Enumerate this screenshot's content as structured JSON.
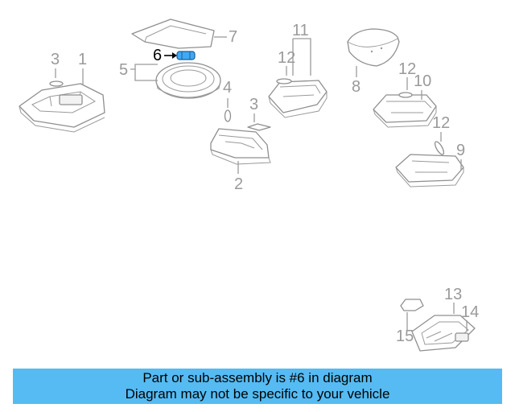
{
  "diagram": {
    "callouts": {
      "c1": "1",
      "c2": "2",
      "c3a": "3",
      "c3b": "3",
      "c4": "4",
      "c5": "5",
      "c6": "6",
      "c7": "7",
      "c8": "8",
      "c9": "9",
      "c10": "10",
      "c11": "11",
      "c12a": "12",
      "c12b": "12",
      "c12c": "12",
      "c13": "13",
      "c14": "14",
      "c15": "15"
    },
    "highlighted_callout": "6",
    "colors": {
      "highlight": "#3fa9f5",
      "banner": "#55bbf2",
      "lines": "#9a9a9a"
    }
  },
  "banner": {
    "line1": "Part or sub-assembly is #6 in diagram",
    "line2": "Diagram may not be specific to your vehicle"
  }
}
